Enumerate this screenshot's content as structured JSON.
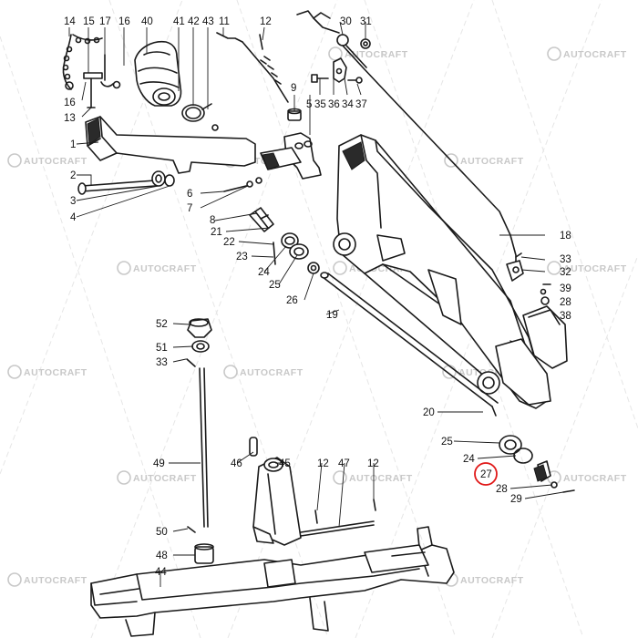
{
  "watermark": {
    "text": "AUTOCRAFT"
  },
  "highlight": {
    "label": "27",
    "color": "#e01818"
  },
  "labels": [
    "14",
    "15",
    "17",
    "16",
    "40",
    "41",
    "42",
    "43",
    "11",
    "12",
    "30",
    "31",
    "16",
    "13",
    "1",
    "2",
    "3",
    "4",
    "9",
    "5",
    "35",
    "36",
    "34",
    "37",
    "6",
    "7",
    "8",
    "21",
    "22",
    "23",
    "24",
    "25",
    "26",
    "19",
    "18",
    "33",
    "32",
    "39",
    "28",
    "38",
    "52",
    "51",
    "33",
    "49",
    "46",
    "45",
    "47",
    "12",
    "12",
    "50",
    "48",
    "44",
    "20",
    "25",
    "24",
    "27",
    "28",
    "29"
  ]
}
